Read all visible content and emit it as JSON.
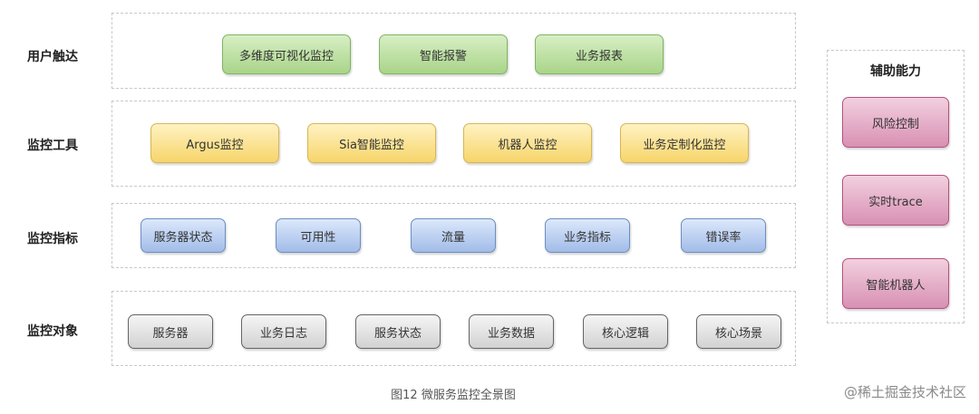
{
  "rows": {
    "user_reach": {
      "label": "用户触达",
      "items": [
        "多维度可视化监控",
        "智能报警",
        "业务报表"
      ]
    },
    "monitor_tools": {
      "label": "监控工具",
      "items": [
        "Argus监控",
        "Sia智能监控",
        "机器人监控",
        "业务定制化监控"
      ]
    },
    "monitor_metrics": {
      "label": "监控指标",
      "items": [
        "服务器状态",
        "可用性",
        "流量",
        "业务指标",
        "错误率"
      ]
    },
    "monitor_objects": {
      "label": "监控对象",
      "items": [
        "服务器",
        "业务日志",
        "服务状态",
        "业务数据",
        "核心逻辑",
        "核心场景"
      ]
    }
  },
  "side_panel": {
    "title": "辅助能力",
    "items": [
      "风险控制",
      "实时trace",
      "智能机器人"
    ]
  },
  "caption": "图12 微服务监控全景图",
  "watermark": "@稀土掘金技术社区",
  "colors": {
    "green": "#a9d489",
    "yellow": "#f7d56a",
    "blue": "#a2bce8",
    "gray": "#d2d2d2",
    "pink": "#d890b3"
  }
}
